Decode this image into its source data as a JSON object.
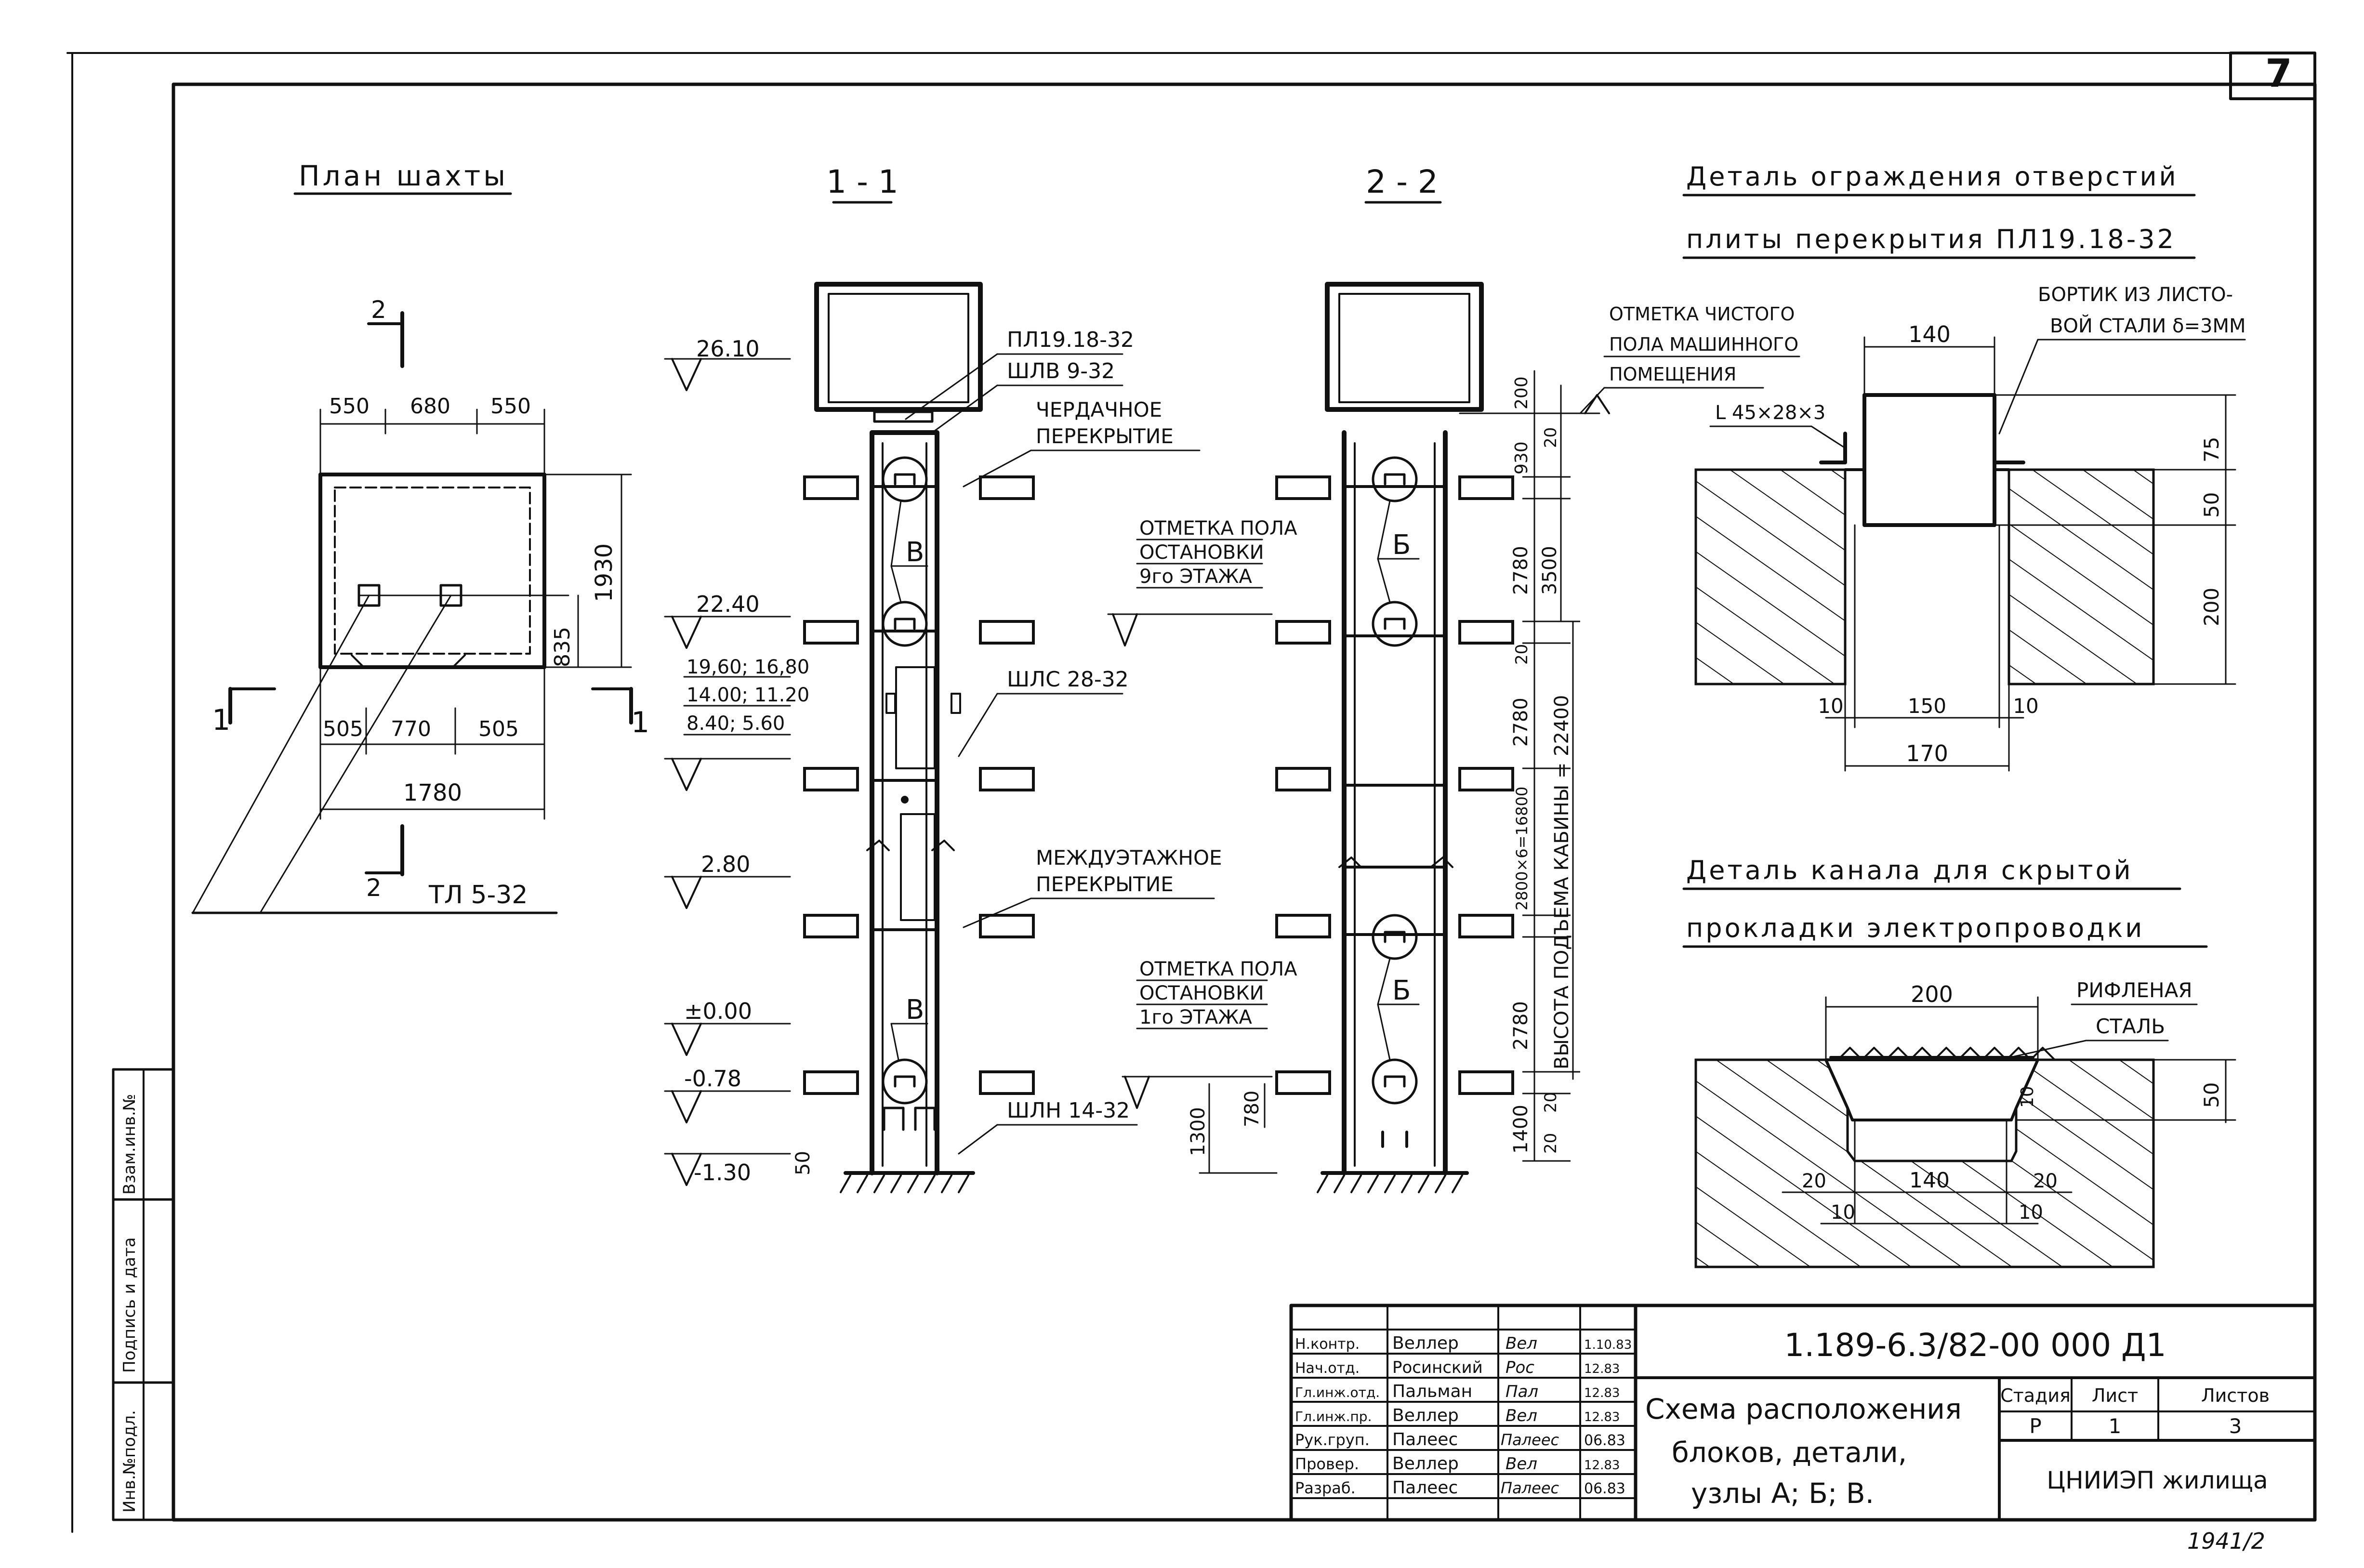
{
  "sheet_number": "7",
  "stamp_number": "1941/2",
  "side_stamp": [
    "Инв.№подл.",
    "Подпись и дата",
    "Взам.инв.№"
  ],
  "plan": {
    "title": "План шахты",
    "dims_top": [
      "550",
      "680",
      "550"
    ],
    "dims_bottom": [
      "505",
      "770",
      "505"
    ],
    "overall_width": "1780",
    "height": "1930",
    "inner_height": "835",
    "section_marks": [
      "1",
      "1",
      "2",
      "2"
    ],
    "block_label": "ТЛ 5-32"
  },
  "section_1": {
    "title": "1 - 1",
    "elevations": [
      "26.10",
      "22.40",
      "19,60; 16,80",
      "14.00; 11.20",
      "8.40; 5.60",
      "2.80",
      "±0.00",
      "-0.78",
      "-1.30"
    ],
    "labels": [
      "ПЛ19.18-32",
      "ШЛВ 9-32",
      "ЧЕРДАЧНОЕ",
      "ПЕРЕКРЫТИЕ",
      "ШЛС 28-32",
      "МЕЖДУЭТАЖНОЕ",
      "ПЕРЕКРЫТИЕ",
      "ШЛН 14-32"
    ],
    "node": "В",
    "base_dim": "50"
  },
  "section_2": {
    "title": "2 - 2",
    "labels": [
      "ОТМЕТКА ЧИСТОГО",
      "ПОЛА МАШИННОГО",
      "ПОМЕЩЕНИЯ",
      "ОТМЕТКА ПОЛА",
      "ОСТАНОВКИ",
      "9го ЭТАЖА",
      "ОТМЕТКА ПОЛА",
      "ОСТАНОВКИ",
      "1го ЭТАЖА"
    ],
    "node": "Б",
    "dims": [
      "200",
      "930",
      "20",
      "2780",
      "3500",
      "20",
      "2780",
      "2800×6=16800",
      "2780",
      "20",
      "1400",
      "20",
      "1300",
      "780"
    ],
    "rise": "ВЫСОТА ПОДЪЕМА КАБИНЫ = 22400"
  },
  "detail_opening": {
    "title_1": "Деталь ограждения отверстий",
    "title_2": "плиты перекрытия ПЛ19.18-32",
    "note_1": "БОРТИК ИЗ ЛИСТО-",
    "note_2": "ВОЙ СТАЛИ δ=3ММ",
    "angle": "L 45×28×3",
    "dims": [
      "140",
      "75",
      "50",
      "200",
      "10",
      "150",
      "10",
      "170"
    ]
  },
  "detail_channel": {
    "title_1": "Деталь канала для скрытой",
    "title_2": "прокладки электропроводки",
    "note_1": "РИФЛЕНАЯ",
    "note_2": "СТАЛЬ",
    "dims": [
      "200",
      "50",
      "10",
      "20",
      "140",
      "20",
      "10",
      "10"
    ]
  },
  "title_block": {
    "doc_code": "1.189-6.3/82-00 000 Д1",
    "title_lines": [
      "Схема расположения",
      "блоков, детали,",
      "узлы А; Б; В."
    ],
    "stage_header": "Стадия",
    "sheet_header": "Лист",
    "sheets_header": "Листов",
    "stage": "Р",
    "sheet": "1",
    "sheets": "3",
    "org": "ЦНИИЭП жилища",
    "rows": [
      {
        "role": "Н.контр.",
        "name": "Веллер",
        "sign": "Вел",
        "date": "1.10.83"
      },
      {
        "role": "Нач.отд.",
        "name": "Росинский",
        "sign": "Рос",
        "date": "12.83"
      },
      {
        "role": "Гл.инж.отд.",
        "name": "Пальман",
        "sign": "Пал",
        "date": "12.83"
      },
      {
        "role": "Гл.инж.пр.",
        "name": "Веллер",
        "sign": "Вел",
        "date": "12.83"
      },
      {
        "role": "Рук.груп.",
        "name": "Палеес",
        "sign": "Палеес",
        "date": "06.83"
      },
      {
        "role": "Провер.",
        "name": "Веллер",
        "sign": "Вел",
        "date": "12.83"
      },
      {
        "role": "Разраб.",
        "name": "Палеес",
        "sign": "Палеес",
        "date": "06.83"
      }
    ]
  }
}
